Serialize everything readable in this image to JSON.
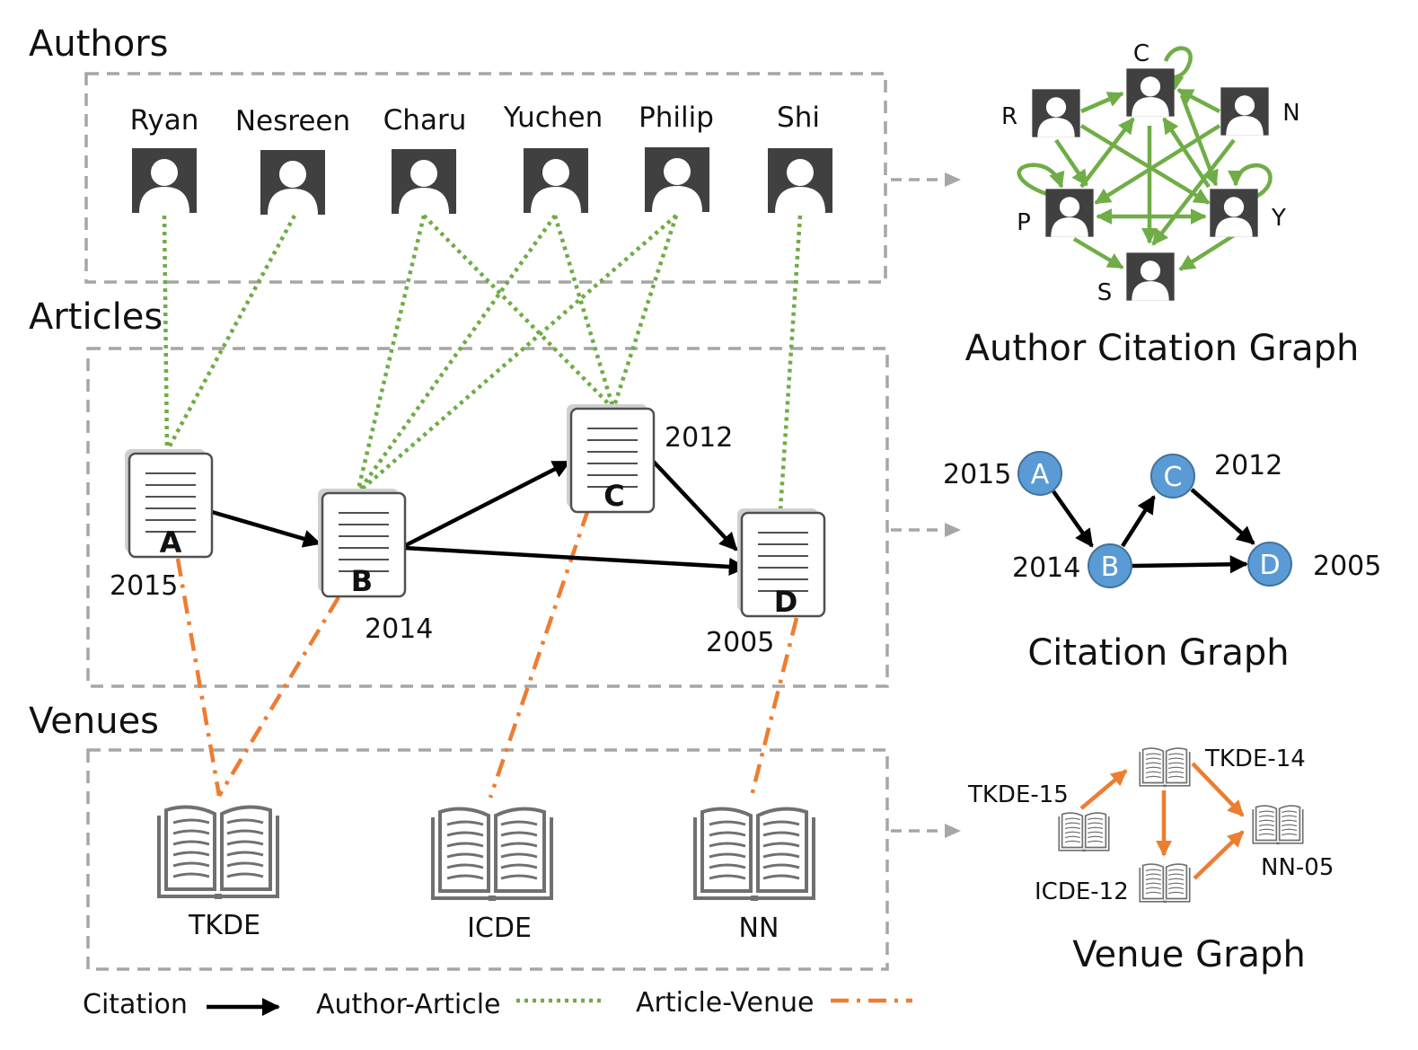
{
  "sections": {
    "authors": "Authors",
    "articles": "Articles",
    "venues": "Venues"
  },
  "authors": [
    "Ryan",
    "Nesreen",
    "Charu",
    "Yuchen",
    "Philip",
    "Shi"
  ],
  "articles": [
    {
      "id": "A",
      "year": "2015"
    },
    {
      "id": "B",
      "year": "2014"
    },
    {
      "id": "C",
      "year": "2012"
    },
    {
      "id": "D",
      "year": "2005"
    }
  ],
  "venues": [
    "TKDE",
    "ICDE",
    "NN"
  ],
  "author_citation_graph": {
    "title": "Author Citation Graph",
    "nodes": [
      "C",
      "R",
      "N",
      "P",
      "Y",
      "S"
    ]
  },
  "citation_graph": {
    "title": "Citation Graph",
    "nodes": [
      {
        "id": "A",
        "year": "2015"
      },
      {
        "id": "B",
        "year": "2014"
      },
      {
        "id": "C",
        "year": "2012"
      },
      {
        "id": "D",
        "year": "2005"
      }
    ]
  },
  "venue_graph": {
    "title": "Venue Graph",
    "nodes": [
      "TKDE-15",
      "TKDE-14",
      "ICDE-12",
      "NN-05"
    ]
  },
  "legend": {
    "citation": "Citation",
    "author_article": "Author-Article",
    "article_venue": "Article-Venue"
  },
  "colors": {
    "citation": "#000000",
    "author_article": "#6fac46",
    "article_venue": "#ed7d31",
    "author_graph_edge": "#70ad47",
    "node_fill": "#5b9bd5",
    "box_border": "#a6a6a6",
    "icon": "#404040"
  },
  "icons": {
    "author": "person-silhouette-icon",
    "article": "document-icon",
    "venue": "open-book-icon"
  }
}
